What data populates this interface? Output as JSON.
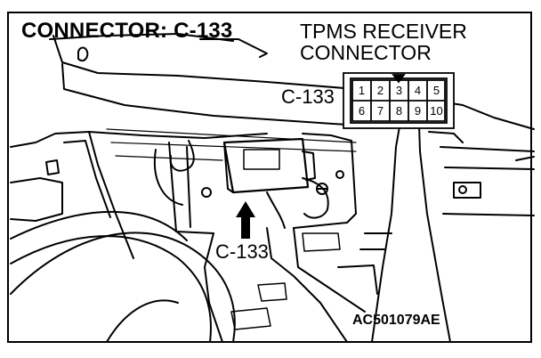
{
  "header": {
    "connector_title": "CONNECTOR: C-133",
    "receiver_line1": "TPMS RECEIVER",
    "receiver_line2": "CONNECTOR"
  },
  "connector_face": {
    "reference": "C-133",
    "top_row_pins": [
      "1",
      "2",
      "3",
      "4",
      "5"
    ],
    "bottom_row_pins": [
      "6",
      "7",
      "8",
      "9",
      "10"
    ]
  },
  "callout": {
    "label": "C-133"
  },
  "figure": {
    "id": "AC501079AE"
  }
}
